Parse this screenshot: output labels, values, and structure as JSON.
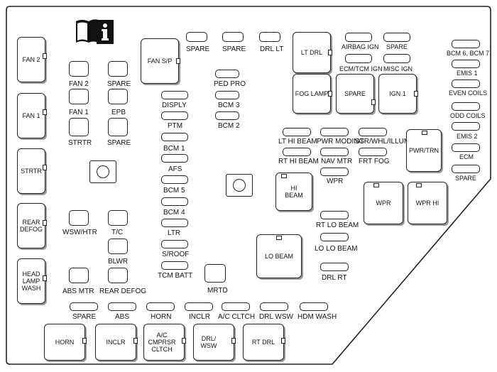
{
  "labels": {
    "fan2_relay": "FAN 2",
    "fan1_relay": "FAN 1",
    "strtr_relay": "STRTR",
    "rear_defog_relay": "REAR DEFOG",
    "head_lamp_wash_relay": "HEAD LAMP WASH",
    "fan2_fuse": "FAN 2",
    "spare_a": "SPARE",
    "fan1_fuse": "FAN 1",
    "epb": "EPB",
    "strtr_fuse": "STRTR",
    "spare_b": "SPARE",
    "wsw_htr": "WSW/HTR",
    "tc": "T/C",
    "blwr": "BLWR",
    "abs_mtr": "ABS MTR",
    "rear_defog_fuse": "REAR DEFOG",
    "fan_sp": "FAN S/P",
    "spare_c": "SPARE",
    "spare_d": "SPARE",
    "drl_lt": "DRL LT",
    "lt_drl": "LT DRL",
    "airbag_ign": "AIRBAG IGN",
    "spare_e": "SPARE",
    "ecm_tcm_ign": "ECM/TCM IGN",
    "misc_ign": "MISC IGN",
    "fog_lamp": "FOG LAMP",
    "spare_relay": "SPARE",
    "ign1": "IGN 1",
    "bcm6_bcm7": "BCM 6, BCM 7",
    "emis1": "EMIS 1",
    "even_coils": "EVEN COILS",
    "odd_coils": "ODD COILS",
    "emis2": "EMIS 2",
    "ecm": "ECM",
    "spare_f": "SPARE",
    "ped_pro": "PED PRO",
    "bcm3": "BCM 3",
    "bcm2": "BCM 2",
    "disply": "DISPLY",
    "ptm": "PTM",
    "bcm1": "BCM 1",
    "afs": "AFS",
    "bcm5": "BCM 5",
    "bcm4": "BCM 4",
    "ltr": "LTR",
    "s_roof": "S/ROOF",
    "tcm_batt": "TCM BATT",
    "mrtd": "MRTD",
    "lt_hi_beam": "LT HI BEAM",
    "pwr_moding": "PWR MODING",
    "str_whl_illum": "STR/WHL/ILLUM",
    "pwr_trn": "PWR/TRN",
    "rt_hi_beam": "RT HI BEAM",
    "nav_mtr": "NAV MTR",
    "frt_fog": "FRT FOG",
    "hi_beam": "HI BEAM",
    "wpr_fuse": "WPR",
    "wpr_relay": "WPR",
    "wpr_hi": "WPR HI",
    "rt_lo_beam": "RT LO BEAM",
    "lo_beam": "LO BEAM",
    "lo_lo_beam": "LO LO BEAM",
    "drl_rt": "DRL RT",
    "spare_g": "SPARE",
    "abs": "ABS",
    "horn_fuse": "HORN",
    "inclr_fuse": "INCLR",
    "ac_cltch": "A/C CLTCH",
    "drl_wsw_fuse": "DRL WSW",
    "hdm_wash": "HDM WASH",
    "horn_relay": "HORN",
    "inclr_relay": "INCLR",
    "ac_cmprsr_cltch": "A/C CMPRSR CLTCH",
    "drl_wsw_relay": "DRL/ WSW",
    "rt_drl": "RT DRL"
  },
  "icon": "owner-manual-info-icon"
}
